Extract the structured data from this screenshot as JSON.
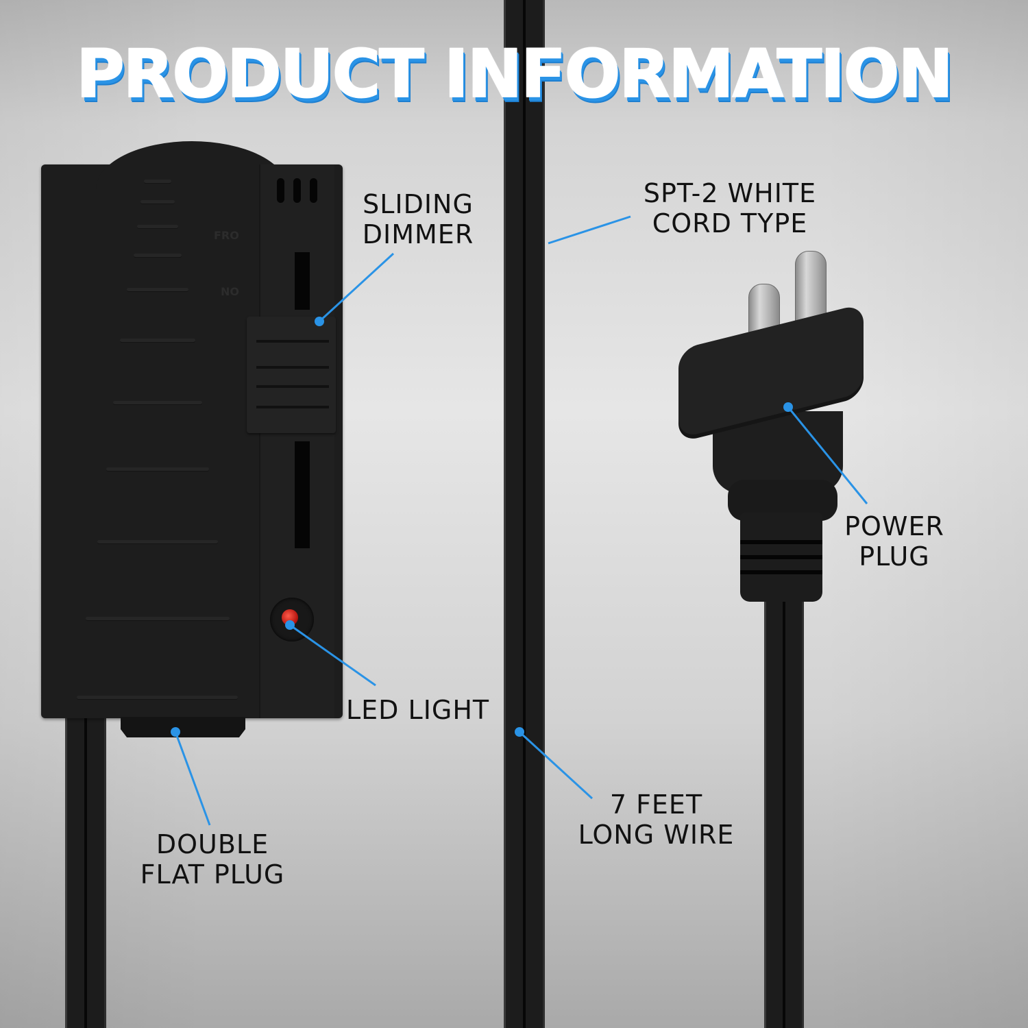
{
  "title": "PRODUCT INFORMATION",
  "colors": {
    "accent_blue": "#2a93e6",
    "title_fill": "#ffffff",
    "label_text": "#111111",
    "product_black": "#1d1d1d",
    "led_red": "#d01a10"
  },
  "callouts": {
    "sliding_dimmer": {
      "line1": "SLIDING",
      "line2": "DIMMER"
    },
    "cord_type": {
      "line1": "SPT-2 WHITE",
      "line2": "CORD TYPE"
    },
    "power_plug": {
      "line1": "POWER",
      "line2": "PLUG"
    },
    "led_light": {
      "line1": "LED LIGHT"
    },
    "wire_length": {
      "line1": "7 FEET",
      "line2": "LONG WIRE"
    },
    "double_flat_plug": {
      "line1": "DOUBLE",
      "line2": "FLAT PLUG"
    }
  },
  "dimmer_scale_marks": [
    "FRO",
    "NO"
  ]
}
